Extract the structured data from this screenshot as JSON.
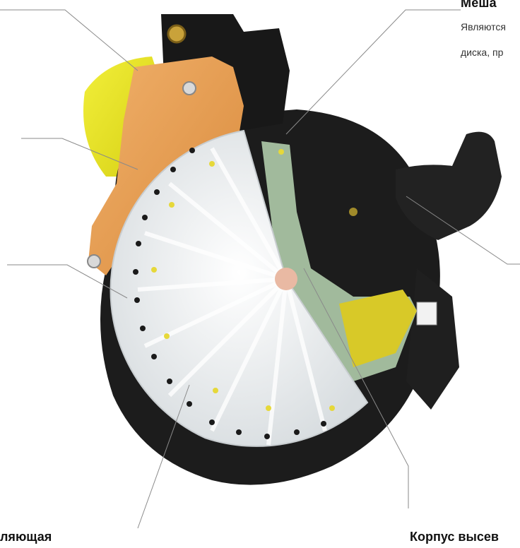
{
  "labels": {
    "top_right_title": "Меша",
    "top_right_desc_line1": "Являются",
    "top_right_desc_line2": "диска, пр",
    "bottom_left_title": "ляющая",
    "bottom_right_title": "Корпус высев"
  },
  "colors": {
    "leader_line": "#8a8a8a",
    "yellow_flap": "#e6e21a",
    "orange_plate": "#e8a050",
    "housing_black": "#1c1c1c",
    "disc_white": "#f2f4f5",
    "green_part": "#a9c3a3",
    "yellow_insert": "#d8c928"
  }
}
